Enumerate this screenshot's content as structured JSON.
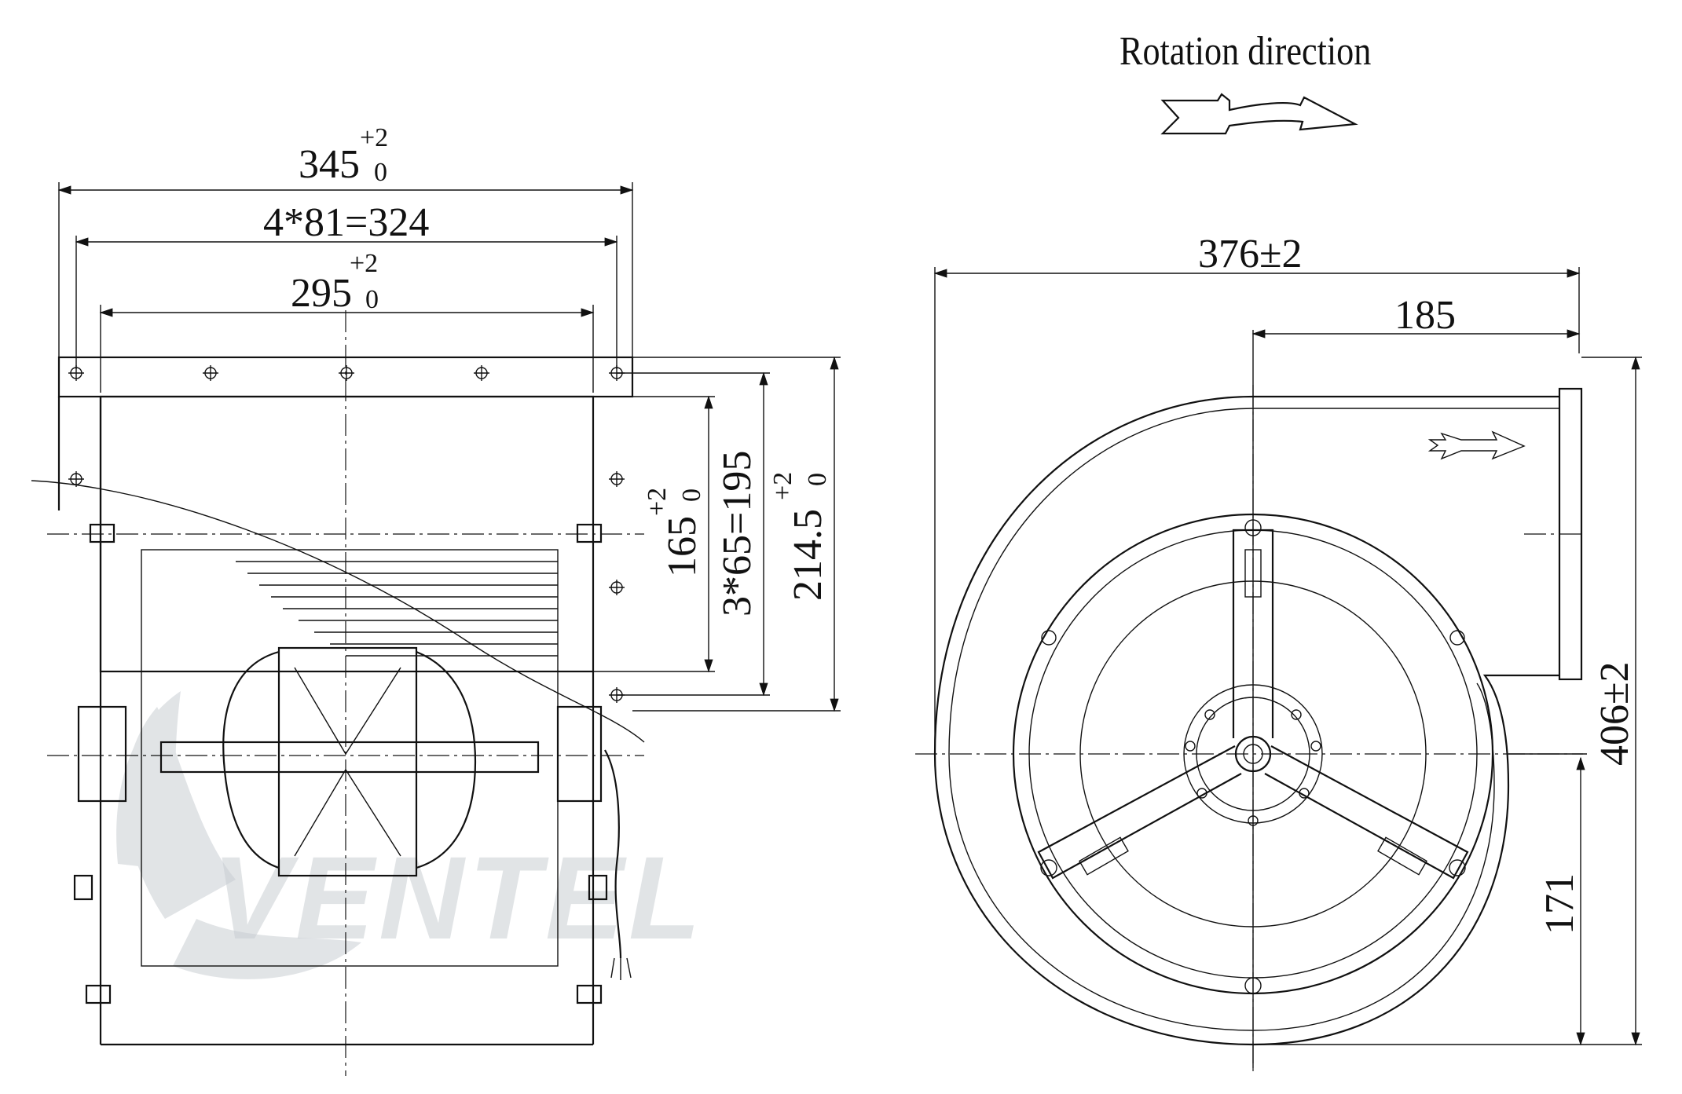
{
  "title": "Rotation direction",
  "watermark": "VENTEL",
  "front_view": {
    "dim_overall": {
      "value": "345",
      "tol_upper": "+2",
      "tol_lower": "0"
    },
    "dim_holes": "4*81=324",
    "dim_inner": {
      "value": "295",
      "tol_upper": "+2",
      "tol_lower": "0"
    }
  },
  "side_dims": {
    "outlet_height": {
      "value": "165",
      "tol_upper": "+2",
      "tol_lower": "0"
    },
    "hole_pitch": "3*65=195",
    "flange_height": {
      "value": "214.5",
      "tol_upper": "+2",
      "tol_lower": "0"
    }
  },
  "side_view": {
    "dim_width": "376±2",
    "dim_offset": "185",
    "dim_height": "406±2",
    "dim_shaft_height": "171"
  },
  "colors": {
    "line": "#111111",
    "watermark": "#c9ced3",
    "background": "#ffffff"
  }
}
